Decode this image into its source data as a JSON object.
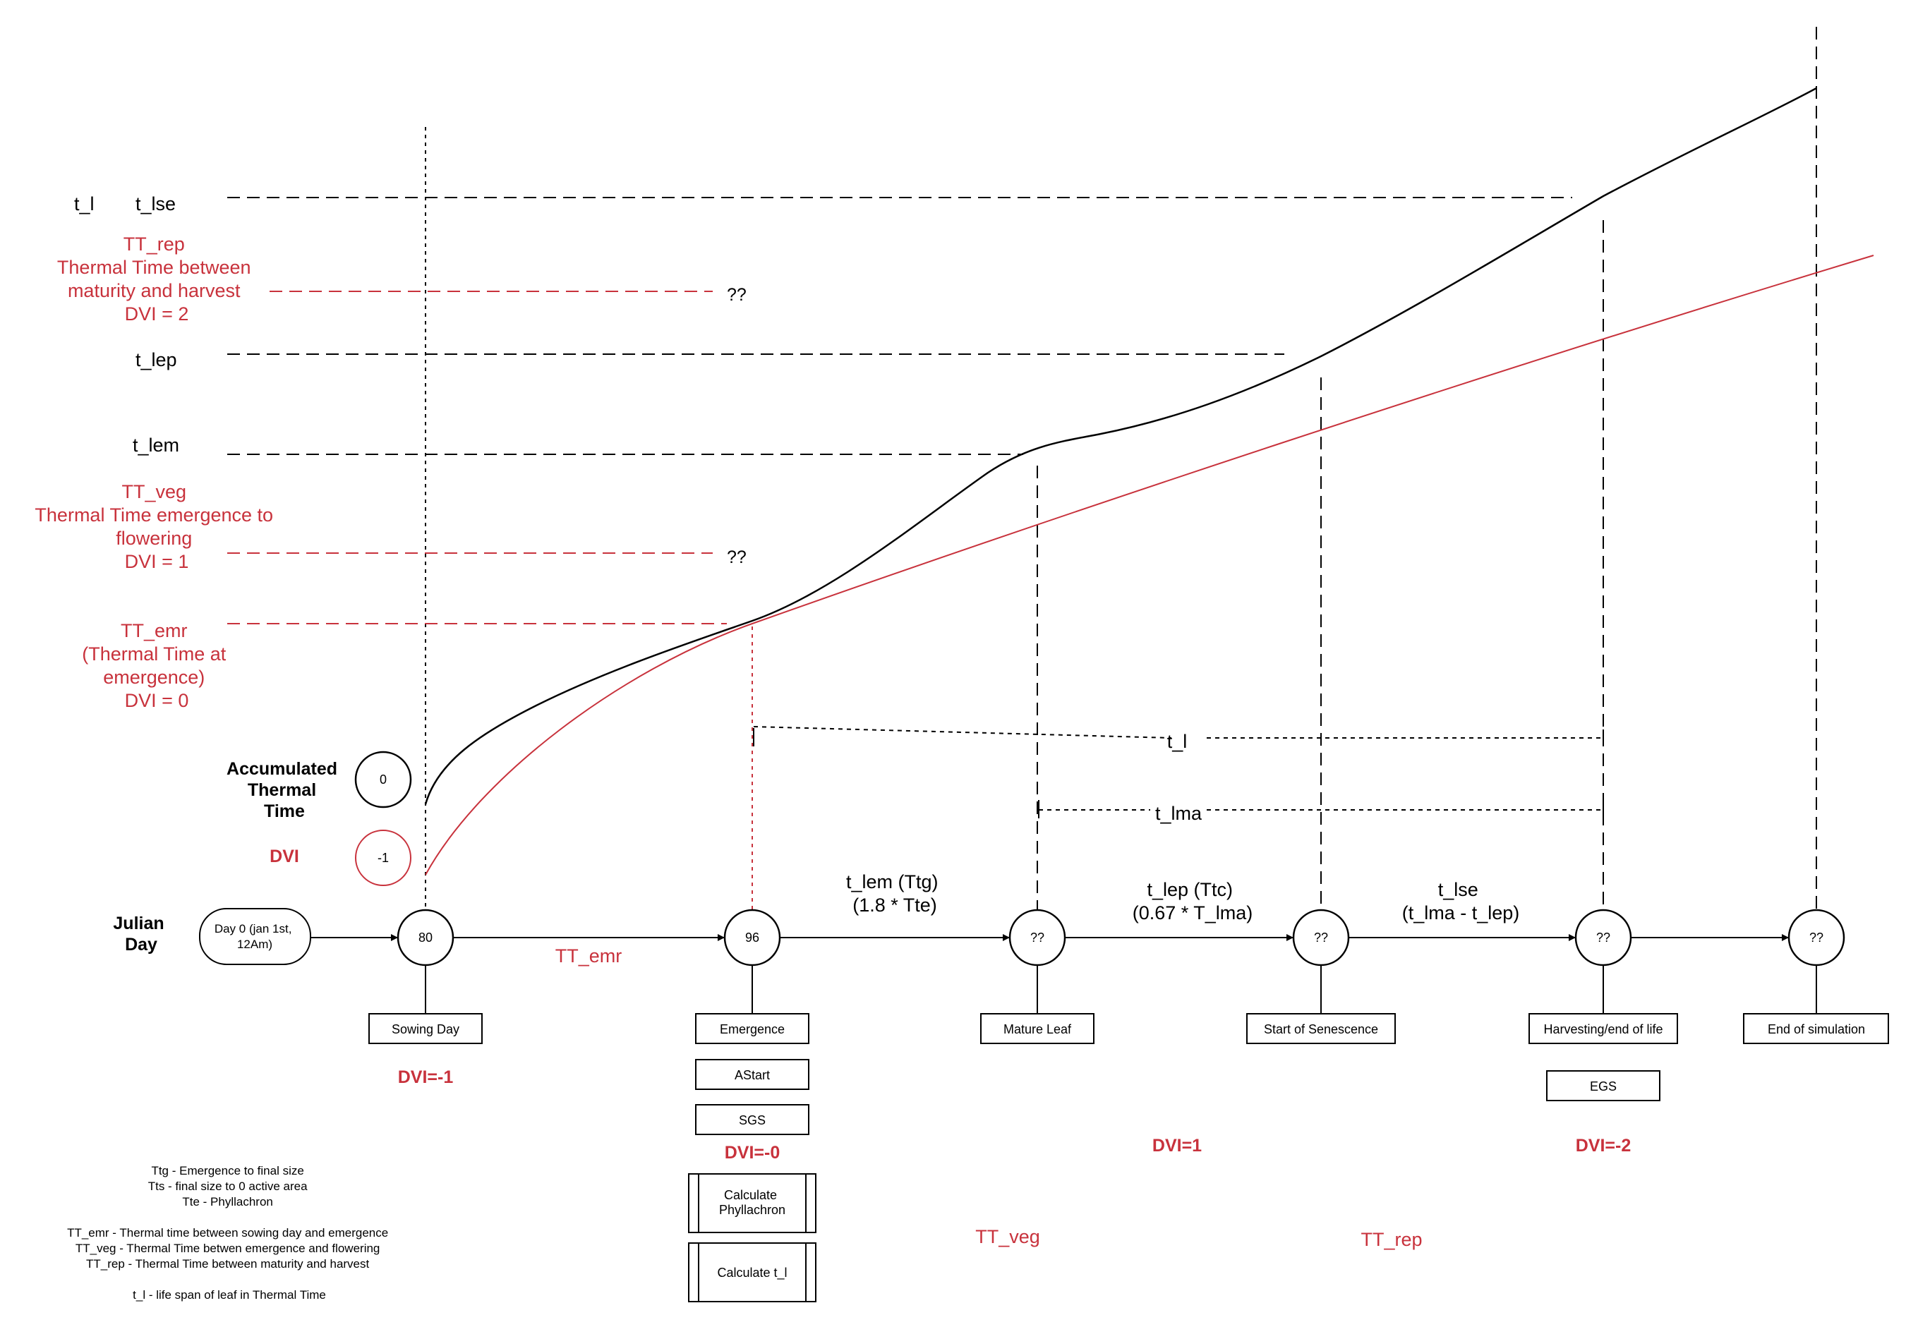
{
  "colors": {
    "black": "#000000",
    "red": "#c8323c"
  },
  "left_labels": {
    "t_l": "t_l",
    "t_lse": "t_lse",
    "tt_rep": [
      "TT_rep",
      "Thermal Time between",
      "maturity and harvest",
      "DVI = 2"
    ],
    "t_lep": "t_lep",
    "t_lem": "t_lem",
    "tt_veg": [
      "TT_veg",
      "Thermal Time  emergence to",
      "flowering",
      "DVI = 1"
    ],
    "tt_emr": [
      "TT_emr",
      "(Thermal Time at",
      "emergence)",
      "DVI = 0"
    ],
    "accumulated": [
      "Accumulated",
      "Thermal",
      "Time"
    ],
    "dvi": "DVI",
    "julian": [
      "Julian",
      "Day"
    ]
  },
  "question_marks": [
    "??",
    "??"
  ],
  "legend_circles": {
    "thermal_time": "0",
    "dvi": "-1"
  },
  "start_node": [
    "Day 0 (jan 1st,",
    "12Am)"
  ],
  "timeline_nodes": [
    {
      "value": "80",
      "box": "Sowing Day"
    },
    {
      "value": "96",
      "box": "Emergence"
    },
    {
      "value": "??",
      "box": "Mature Leaf"
    },
    {
      "value": "??",
      "box": "Start of Senescence"
    },
    {
      "value": "??",
      "box": "Harvesting/end of life"
    },
    {
      "value": "??",
      "box": "End of simulation"
    }
  ],
  "emergence_steps": [
    "AStart",
    "SGS"
  ],
  "emergence_processes": [
    [
      "Calculate",
      "Phyllachron"
    ],
    [
      "Calculate t_l"
    ]
  ],
  "harvest_extra": "EGS",
  "segment_labels": {
    "tt_emr": "TT_emr",
    "t_lem": [
      "t_lem (Ttg)",
      "(1.8 * Tte)"
    ],
    "t_lep": [
      "t_lep (Ttc)",
      "(0.67 * T_lma)"
    ],
    "t_lse": [
      "t_lse",
      "(t_lma - t_lep)"
    ],
    "t_l_span": "t_l",
    "t_lma_span": "t_lma"
  },
  "dvi_labels": [
    "DVI=-1",
    "DVI=-0",
    "DVI=1",
    "DVI=-2"
  ],
  "bottom_labels": {
    "tt_veg": "TT_veg",
    "tt_rep": "TT_rep"
  },
  "glossary": [
    "Ttg - Emergence to final size",
    "Tts -  final size to 0 active area",
    "Tte - Phyllachron",
    "",
    "TT_emr - Thermal time between sowing day and emergence",
    "TT_veg - Thermal Time betwen emergence and flowering",
    "TT_rep - Thermal Time between maturity and harvest",
    "",
    "t_l - life span of leaf in Thermal Time"
  ]
}
